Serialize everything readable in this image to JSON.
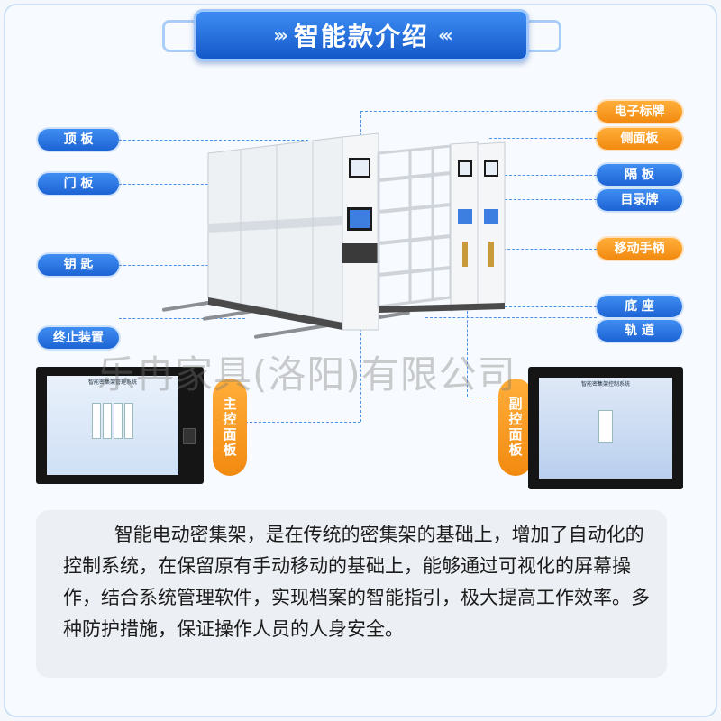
{
  "header": {
    "title": "智能款介绍",
    "arrow_left": "›››",
    "arrow_right": "‹‹‹"
  },
  "labels_left": [
    "顶 板",
    "门 板",
    "钥 匙",
    "终止装置"
  ],
  "labels_right": [
    "电子标牌",
    "侧面板",
    "隔 板",
    "目录牌",
    "移动手柄",
    "底 座",
    "轨 道"
  ],
  "panels": {
    "main": {
      "label": "主控面板",
      "screen_title": "智能密集架管理系统"
    },
    "sub": {
      "label": "副控面板",
      "screen_title": "智能密集架控制系统"
    }
  },
  "watermark": "乐冉家具(洛阳)有限公司",
  "description": "智能电动密集架，是在传统的密集架的基础上，增加了自动化的控制系统，在保留原有手动移动的基础上，能够通过可视化的屏幕操作，结合系统管理软件，实现档案的智能指引，极大提高工作效率。多种防护措施，保证操作人员的人身安全。",
  "colors": {
    "blue": "#1d63d4",
    "orange": "#f28a10",
    "panel_bg": "#eceff3"
  }
}
